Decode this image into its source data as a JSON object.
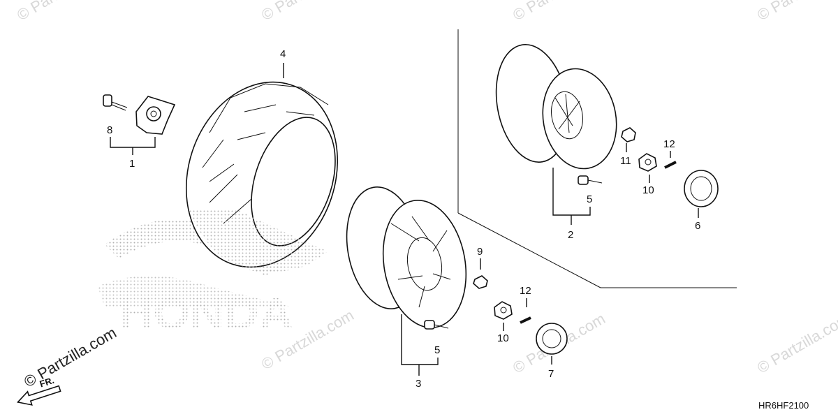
{
  "diagram_code": "HR6HF2100",
  "brand_mark": "HONDA",
  "direction_label": "FR.",
  "watermark_text": "© Partzilla.com",
  "callouts": [
    "1",
    "2",
    "3",
    "4",
    "5",
    "5",
    "6",
    "7",
    "8",
    "9",
    "10",
    "10",
    "11",
    "12",
    "12"
  ],
  "colors": {
    "ink": "#111111",
    "watermark": "#d8d8d8",
    "dots": "#b0b0b0"
  }
}
